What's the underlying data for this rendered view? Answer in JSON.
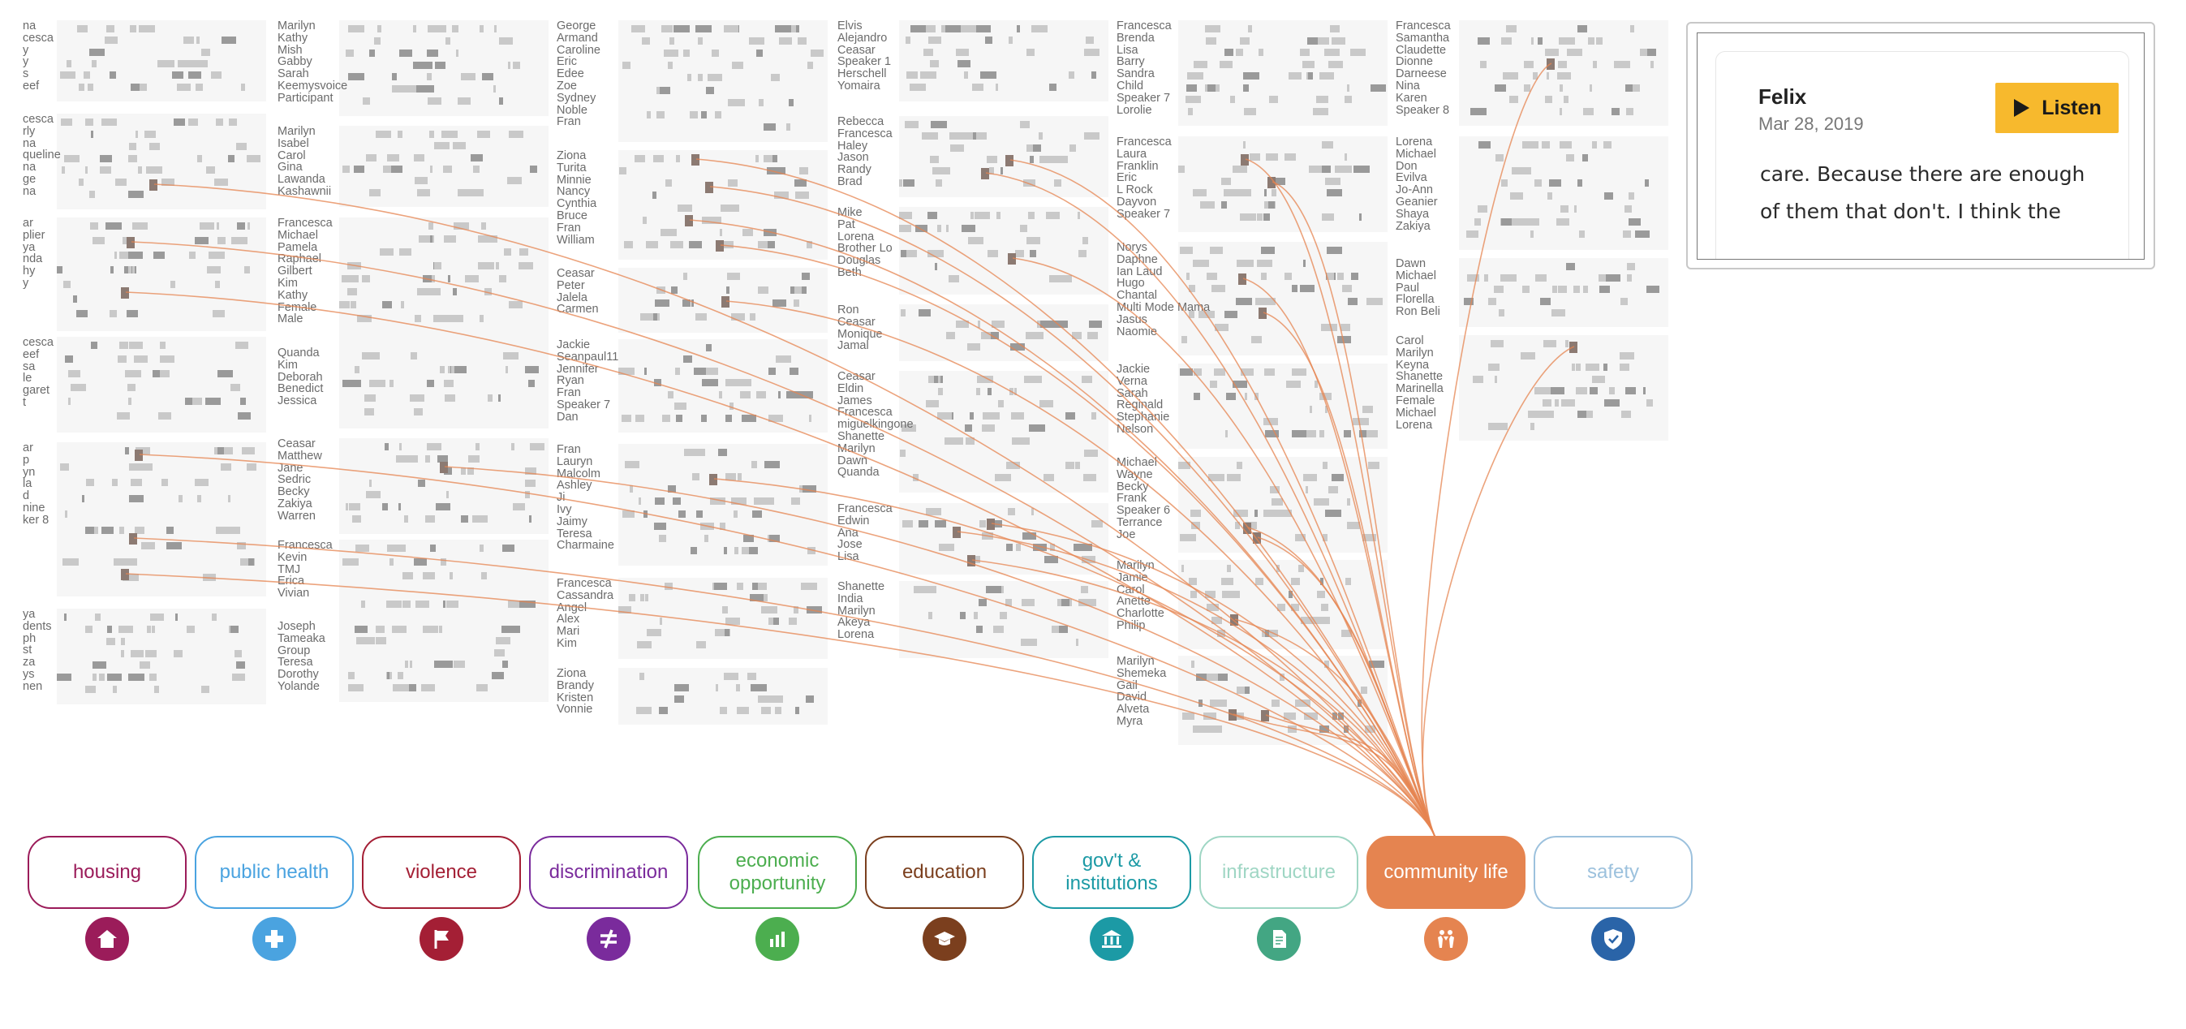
{
  "conversation_columns": [
    {
      "groups": [
        [
          "na",
          "cesca",
          "y",
          "y",
          "s",
          "eef"
        ],
        [
          "cesca",
          "rly",
          "na",
          "queline",
          "na",
          "ge",
          "na"
        ],
        [
          "ar",
          "plier",
          "ya",
          "nda",
          "hy",
          "",
          "y"
        ],
        [
          "cesca",
          "eef",
          "sa",
          "le",
          "garet",
          "t"
        ],
        [
          "ar",
          "",
          "p",
          "",
          "yn",
          "la",
          "d",
          "nine",
          "ker 8"
        ],
        [
          "ya",
          "dents",
          "ph",
          "st",
          "za",
          "ys",
          "nen"
        ]
      ]
    },
    {
      "groups": [
        [
          "Marilyn",
          "Kathy",
          "Mish",
          "Gabby",
          "Sarah",
          "Keemysvoice",
          "Participant"
        ],
        [
          "Marilyn",
          "Isabel",
          "Carol",
          "Gina",
          "Lawanda",
          "Kashawnii"
        ],
        [
          "Francesca",
          "Michael",
          "Pamela",
          "Raphael",
          "Gilbert",
          "Kim",
          "Kathy",
          "Female",
          "Male"
        ],
        [
          "Quanda",
          "Kim",
          "Deborah",
          "Benedict",
          "Jessica"
        ],
        [
          "Ceasar",
          "Matthew",
          "Jane",
          "Sedric",
          "Becky",
          "Zakiya",
          "Warren"
        ],
        [
          "Francesca",
          "Kevin",
          "TMJ",
          "Erica",
          "Vivian"
        ],
        [
          "Joseph",
          "Tameaka",
          "Group",
          "Teresa",
          "Dorothy",
          "Yolande"
        ]
      ]
    },
    {
      "groups": [
        [
          "George",
          "Armand",
          "Caroline",
          "Eric",
          "Edee",
          "Zoe",
          "Sydney",
          "Noble",
          "Fran"
        ],
        [
          "Ziona",
          "Turita",
          "Minnie",
          "Nancy",
          "Cynthia",
          "Bruce",
          "Fran",
          "William"
        ],
        [
          "Ceasar",
          "Peter",
          "Jalela",
          "Carmen"
        ],
        [
          "Jackie",
          "Seanpaul11",
          "Jennifer",
          "Ryan",
          "Fran",
          "Speaker 7",
          "Dan"
        ],
        [
          "Fran",
          "Lauryn",
          "Malcolm",
          "Ashley",
          "Ji",
          "Ivy",
          "Jaimy",
          "Teresa",
          "Charmaine"
        ],
        [
          "Francesca",
          "Cassandra",
          "Angel",
          "Alex",
          "Mari",
          "Kim"
        ],
        [
          "Ziona",
          "Brandy",
          "Kristen",
          "Vonnie"
        ]
      ]
    },
    {
      "groups": [
        [
          "Elvis",
          "Alejandro",
          "Ceasar",
          "Speaker 1",
          "Herschell",
          "Yomaira"
        ],
        [
          "Rebecca",
          "Francesca",
          "Haley",
          "Jason",
          "Randy",
          "Brad"
        ],
        [
          "Mike",
          "Pat",
          "Lorena",
          "Brother Lo",
          "Douglas",
          "Beth"
        ],
        [
          "Ron",
          "Ceasar",
          "Monique",
          "Jamal"
        ],
        [
          "Ceasar",
          "Eldin",
          "James",
          "Francesca",
          "miguelkingone",
          "Shanette",
          "Marilyn",
          "Dawn",
          "Quanda"
        ],
        [
          "Francesca",
          "Edwin",
          "Ana",
          "Jose",
          "Lisa"
        ],
        [
          "Shanette",
          "India",
          "Marilyn",
          "Akeya",
          "Lorena"
        ]
      ]
    },
    {
      "groups": [
        [
          "Francesca",
          "Brenda",
          "Lisa",
          "Barry",
          "Sandra",
          "Child",
          "Speaker 7",
          "Lorolie"
        ],
        [
          "Francesca",
          "Laura",
          "Franklin",
          "Eric",
          "L Rock",
          "Dayvon",
          "Speaker 7"
        ],
        [
          "Norys",
          "Daphne",
          "Ian Laud",
          "Hugo",
          "Chantal",
          "Multi Mode Mama",
          "Jasus",
          "Naomie"
        ],
        [
          "Jackie",
          "Verna",
          "Sarah",
          "Reginald",
          "Stephanie",
          "Nelson"
        ],
        [
          "Michael",
          "Wayne",
          "Becky",
          "Frank",
          "Speaker 6",
          "Terrance",
          "Joe"
        ],
        [
          "Marilyn",
          "Jamie",
          "Carol",
          "Anette",
          "Charlotte",
          "Philip"
        ],
        [
          "Marilyn",
          "Shemeka",
          "Gail",
          "David",
          "Alveta",
          "Myra"
        ]
      ]
    },
    {
      "groups": [
        [
          "Francesca",
          "Samantha",
          "Claudette",
          "Dionne",
          "Darneese",
          "Nina",
          "Karen",
          "Speaker 8"
        ],
        [
          "Lorena",
          "Michael",
          "Don",
          "Evilva",
          "Jo-Ann",
          "Geanier",
          "Shaya",
          "Zakiya"
        ],
        [
          "Dawn",
          "Michael",
          "Paul",
          "Florella",
          "Ron Beli"
        ],
        [
          "Carol",
          "Marilyn",
          "Keyna",
          "Shanette",
          "Marinella",
          "Female",
          "Michael",
          "Lorena"
        ]
      ]
    }
  ],
  "topics": [
    {
      "key": "housing",
      "label": "housing",
      "color": "#9b1c5a",
      "icon_name": "house-icon",
      "selected": false
    },
    {
      "key": "public_health",
      "label": "public health",
      "color": "#4aa3e0",
      "icon_name": "medical-cross-icon",
      "selected": false
    },
    {
      "key": "violence",
      "label": "violence",
      "color": "#a41f35",
      "icon_name": "flag-icon",
      "selected": false
    },
    {
      "key": "discrimination",
      "label": "discrimination",
      "color": "#7a2b9c",
      "icon_name": "not-equal-icon",
      "selected": false
    },
    {
      "key": "economic_opportunity",
      "label": "economic opportunity",
      "color": "#4cae4f",
      "icon_name": "bar-chart-icon",
      "selected": false
    },
    {
      "key": "education",
      "label": "education",
      "color": "#7b3f1e",
      "icon_name": "graduation-cap-icon",
      "selected": false
    },
    {
      "key": "government",
      "label": "gov't & institutions",
      "color": "#1c9aa5",
      "icon_name": "building-icon",
      "selected": false
    },
    {
      "key": "infrastructure",
      "label": "infrastructure",
      "color": "#9fd6c4",
      "icon_name": "document-icon",
      "selected": false
    },
    {
      "key": "community_life",
      "label": "community life",
      "color": "#e58450",
      "icon_name": "people-icon",
      "selected": true
    },
    {
      "key": "safety",
      "label": "safety",
      "color": "#9cc1dd",
      "icon_name": "shield-icon",
      "selected": false
    }
  ],
  "colors": {
    "link": "#e58450",
    "icon_dim_infrastructure": "#43a683",
    "icon_dim_safety": "#2a64a8",
    "listen_button": "#f7b92d"
  },
  "excerpt": {
    "speaker": "Felix",
    "date": "Mar 28, 2019",
    "listen_label": "Listen",
    "transcript_lines": [
      "care. Because there are enough",
      "of them that don't. I think the"
    ]
  }
}
